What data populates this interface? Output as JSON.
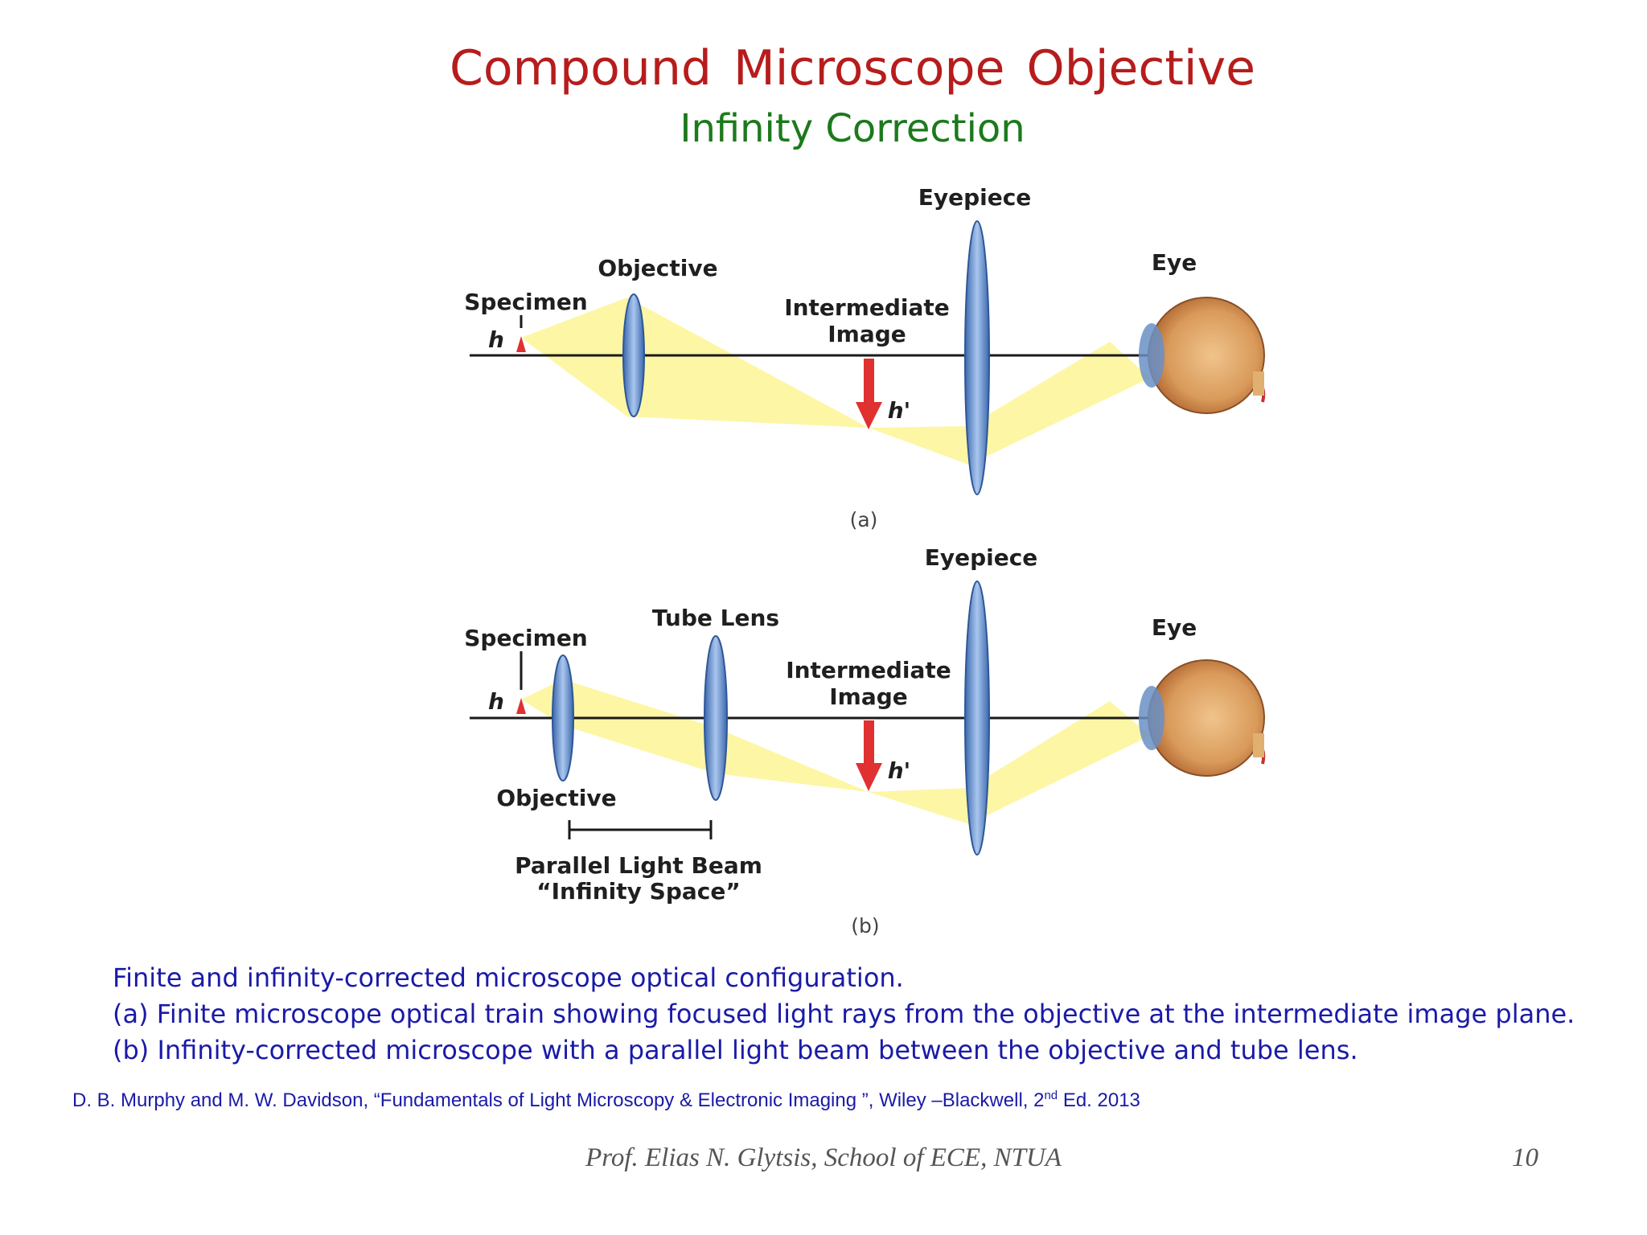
{
  "slide": {
    "title": "Compound  Microscope  Objective",
    "subtitle": "Infinity Correction"
  },
  "figure_a": {
    "eyepiece": "Eyepiece",
    "objective": "Objective",
    "eye": "Eye",
    "specimen": "Specimen",
    "h": "h",
    "intermediate_line1": "Intermediate",
    "intermediate_line2": "Image",
    "h_prime": "h'",
    "panel": "(a)"
  },
  "figure_b": {
    "eyepiece": "Eyepiece",
    "tube_lens": "Tube Lens",
    "eye": "Eye",
    "specimen": "Specimen",
    "h": "h",
    "intermediate_line1": "Intermediate",
    "intermediate_line2": "Image",
    "h_prime": "h'",
    "objective": "Objective",
    "parallel_line1": "Parallel Light Beam",
    "parallel_line2": "“Infinity Space”",
    "panel": "(b)"
  },
  "caption": {
    "line1": "Finite and infinity-corrected microscope optical configuration.",
    "line2": "(a) Finite microscope optical train showing focused light rays from the objective at the intermediate image plane.",
    "line3": "(b)  Infinity-corrected microscope with a parallel light beam between the objective and tube lens."
  },
  "reference": {
    "text": "D. B. Murphy and  M. W. Davidson,  “Fundamentals of Light Microscopy & Electronic Imaging ”, Wiley –Blackwell, 2",
    "sup": "nd",
    "tail": " Ed. 2013"
  },
  "footer": {
    "author": "Prof. Elias N. Glytsis, School of ECE, NTUA",
    "page": "10"
  },
  "colors": {
    "title": "#b71c1c",
    "subtitle": "#1b7a1b",
    "caption": "#1a1aa8",
    "light_beam": "#fdf59a",
    "lens": "#4a7cc4",
    "arrow": "#e03030"
  }
}
